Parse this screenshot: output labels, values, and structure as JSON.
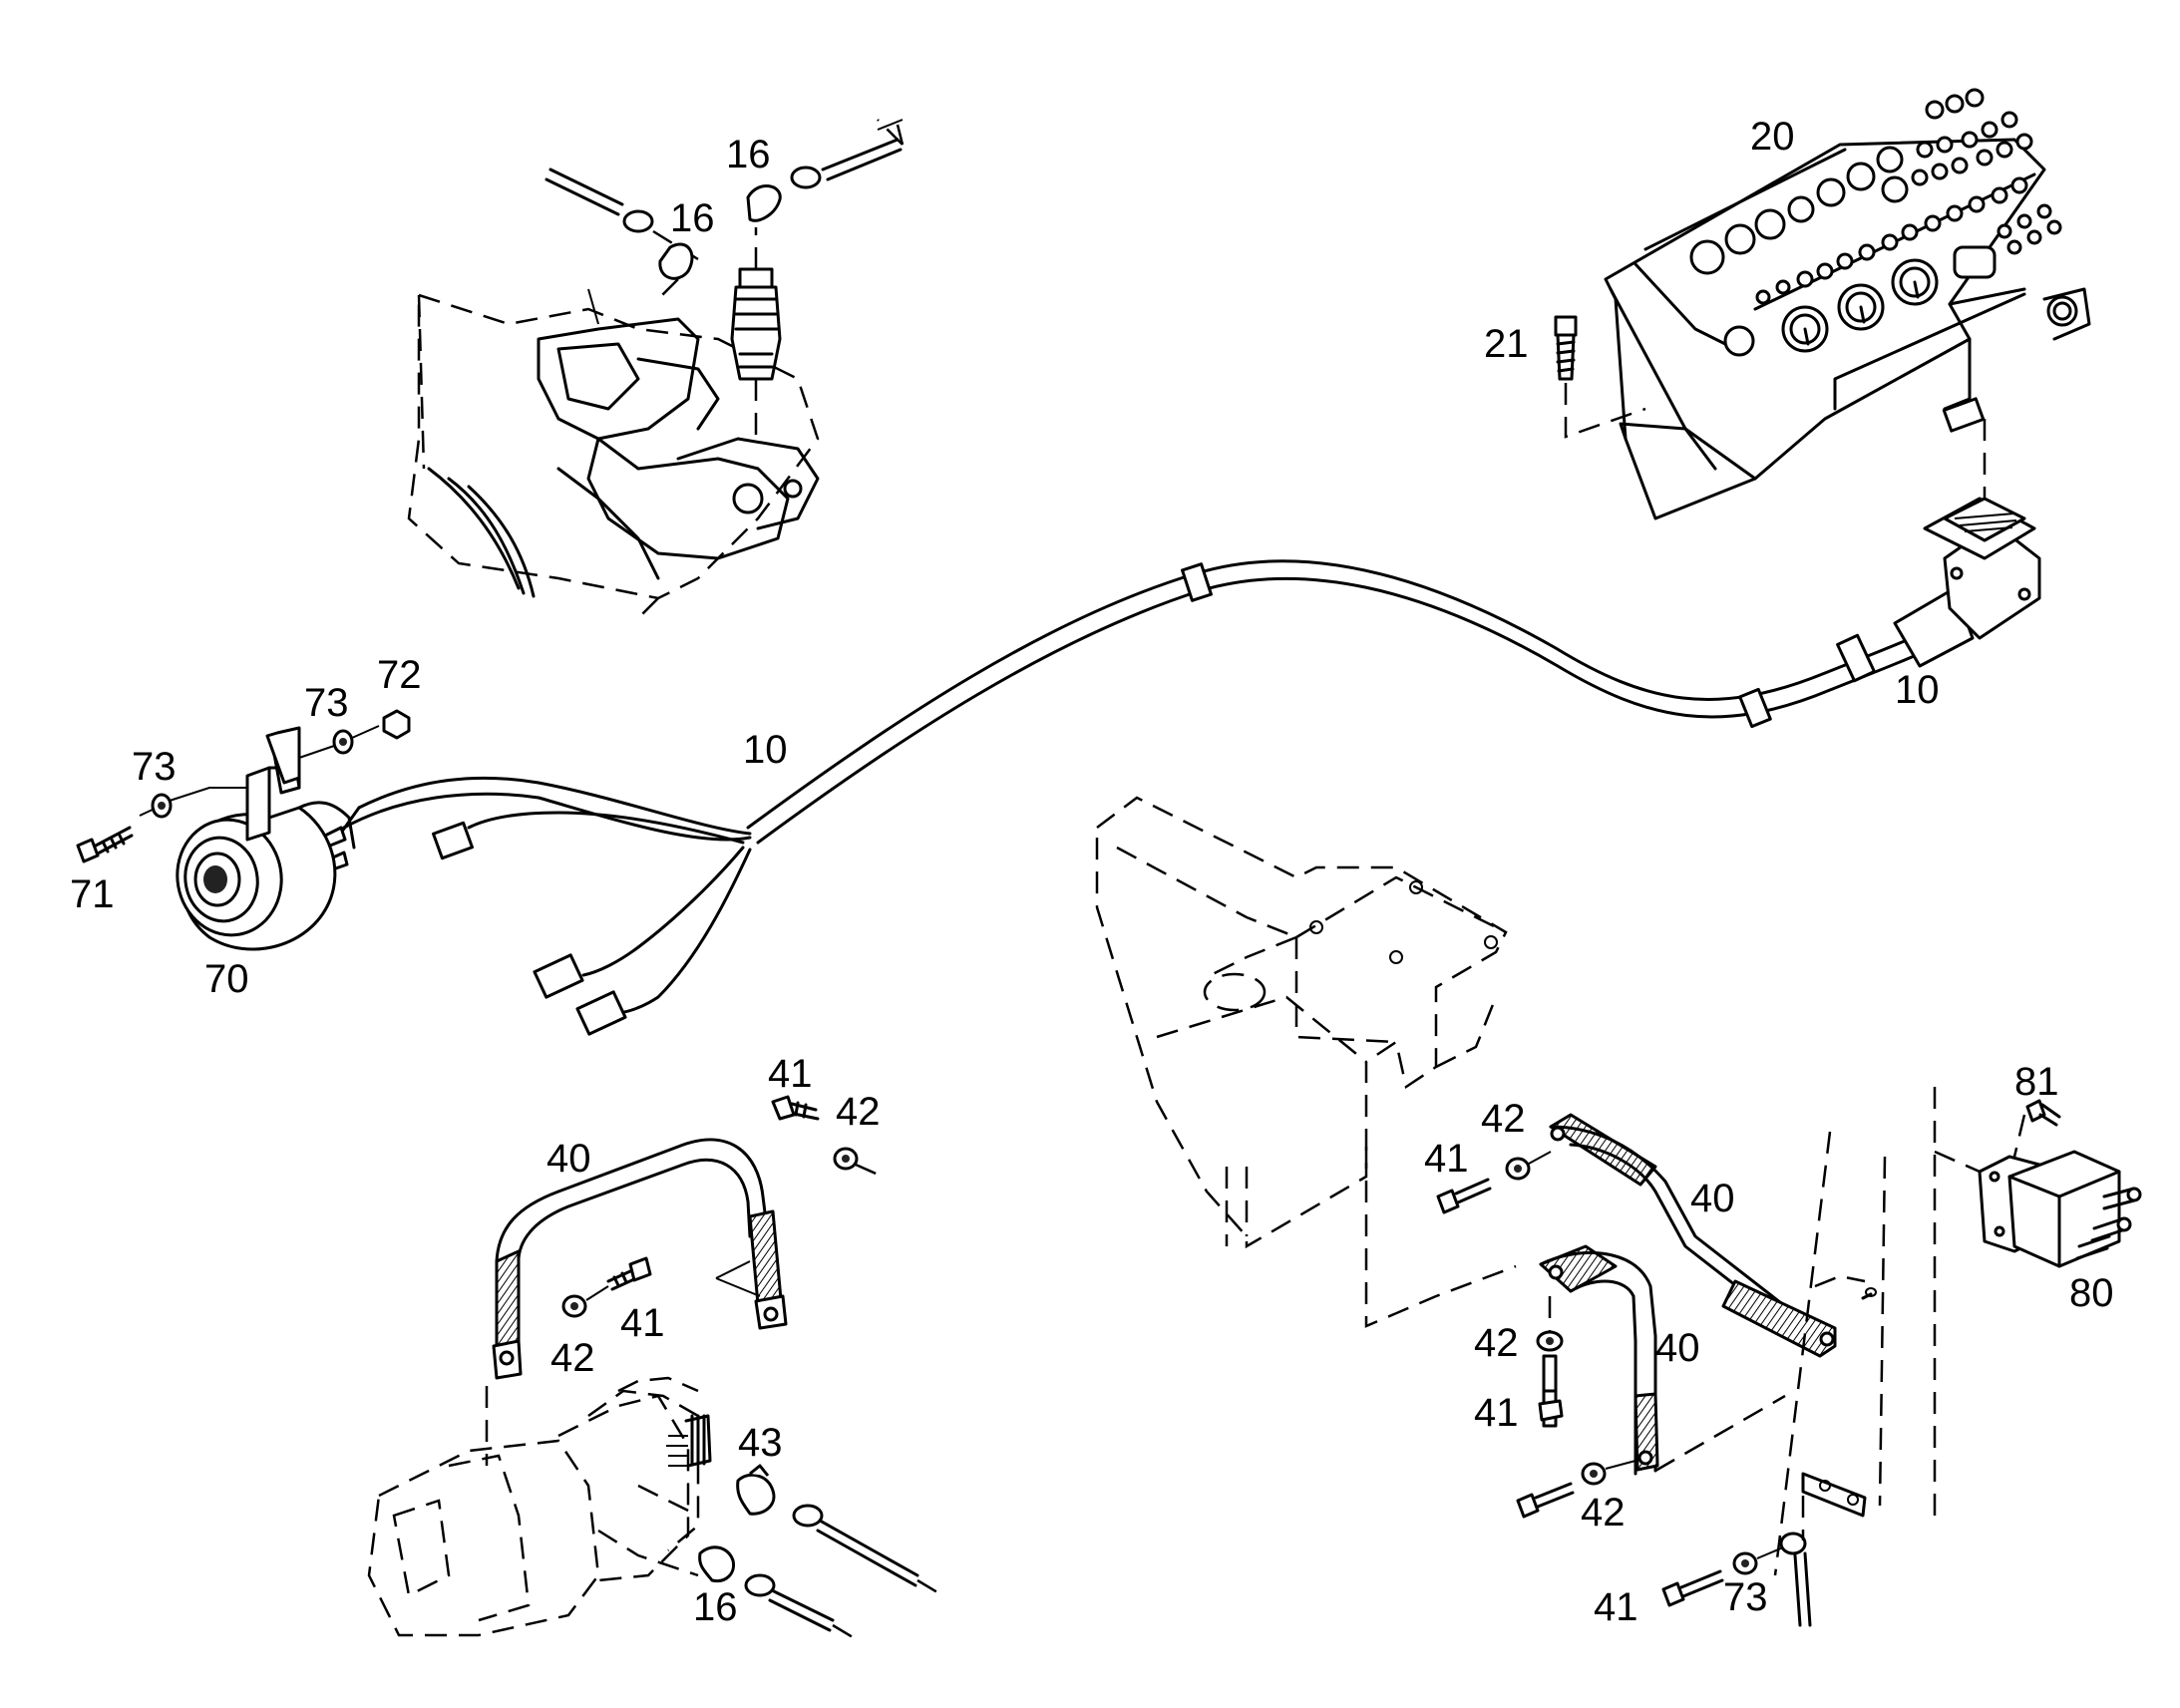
{
  "callouts": {
    "harness_left": "10",
    "harness_right": "10",
    "panel": "20",
    "panel_screw": "21",
    "switch_top_left": "16",
    "switch_top_right": "16",
    "starter_fitting": "16",
    "strap_left": "40",
    "strap_right_upper": "40",
    "strap_right_lower": "40",
    "bolt_a": "41",
    "bolt_b": "41",
    "bolt_c": "41",
    "bolt_d": "41",
    "bolt_e": "41",
    "washer_a": "42",
    "washer_b": "42",
    "washer_c": "42",
    "washer_d": "42",
    "washer_e": "42",
    "starter_elbow": "43",
    "horn": "70",
    "horn_bolt": "71",
    "horn_nut": "72",
    "horn_washer_a": "73",
    "horn_washer_b": "73",
    "ground_washer": "73",
    "relay": "80",
    "relay_screw": "81"
  }
}
